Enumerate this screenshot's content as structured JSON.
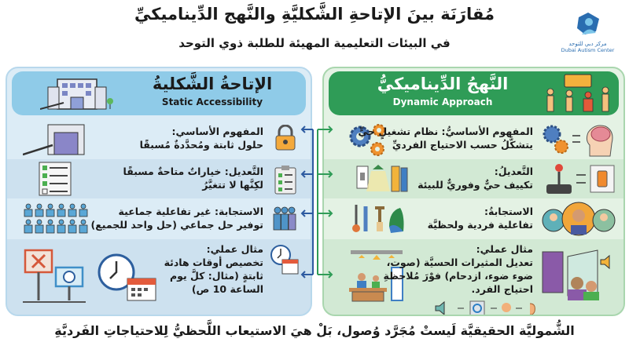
{
  "header": {
    "title": "مُقارَنَة بينَ الإتاحةِ الشَّكليَّةِ والنَّهج الدِّيناميكيِّ",
    "subtitle": "في البيئات التعليمية المهيئة للطلبة ذوي التوحد"
  },
  "logo": {
    "arabic": "مركز دبي للتوحد",
    "english": "Dubai Autism Center",
    "color": "#2a6db0"
  },
  "static_panel": {
    "title": "الإتاحةُ الشَّكليةُ",
    "subtitle": "Static Accessibility",
    "accent": "#8fcbe8",
    "rows": [
      {
        "label": "المفهوم الأساسي:",
        "lines": [
          "حلول ثابتة ومُحدَّدةٌ مُسبقًا"
        ],
        "icon": "lock-icon"
      },
      {
        "label": "التَّعديل: خياراتٌ متاحةٌ مسبقًا",
        "lines": [
          "لكِنَّها لا تتغيَّرُ"
        ],
        "icon": "checklist-icon"
      },
      {
        "label": "الاستجابة:  غير تفاعلية جماعية",
        "lines": [
          "توفير حل جماعي   (حل واحد للجميع)"
        ],
        "icon": "group-icon"
      },
      {
        "label": "مثال عملي:",
        "lines": [
          "تخصيص أوقات هادئة",
          "ثابتةٍ (مثال: كلَّ يوم",
          "الساعة 10 ص)"
        ],
        "icon": "clock-calendar-icon"
      }
    ]
  },
  "dynamic_panel": {
    "title": "النَّهجُ الدِّيناميكيُّ",
    "subtitle": "Dynamic Approach",
    "accent": "#2f9c57",
    "rows": [
      {
        "label": "المفهوم الأساسيُّ: نظام تشغيلٍ حيٍّ",
        "lines": [
          "يتشكَّلُ حسب الاحتياج الفرديِّ"
        ],
        "icon": "brain-icon"
      },
      {
        "label": "التَّعديلُ:",
        "lines": [
          "تكييف حيٌّ وفوريٌّ للبيئة"
        ],
        "icon": "joystick-icon"
      },
      {
        "label": "الاستجابةُ:",
        "lines": [
          "تفاعلية فردية ولحظيَّة"
        ],
        "icon": "people-avatars-icon"
      },
      {
        "label": "مثال عملي:",
        "lines": [
          "تعديل المثيرات الحسيَّة (صوت،",
          "ضوء ضوء، ازدحام) فوْرَ مُلاحظةِ",
          "احتياج الفرد."
        ],
        "icon": "sensory-room-icon"
      }
    ]
  },
  "footer": "الشُّموليَّة الحقيقيَّة لَيستْ مُجَرَّد وُصول، بَلْ هيَ الاستيعاب اللَّحظيُّ لِلاحتياجاتِ الفَرديَّةِ"
}
